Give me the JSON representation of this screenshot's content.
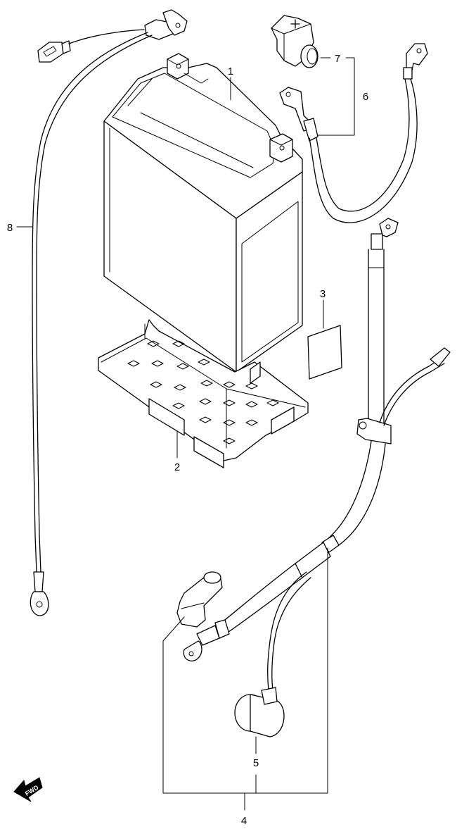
{
  "callouts": [
    {
      "id": "1",
      "label": "1"
    },
    {
      "id": "2",
      "label": "2"
    },
    {
      "id": "3",
      "label": "3"
    },
    {
      "id": "4",
      "label": "4"
    },
    {
      "id": "5",
      "label": "5"
    },
    {
      "id": "6",
      "label": "6"
    },
    {
      "id": "7",
      "label": "7"
    },
    {
      "id": "8",
      "label": "8"
    }
  ],
  "fwd_indicator": {
    "label": "FWD"
  },
  "icons": [
    "fwd-arrow-icon",
    "plus-terminal-icon"
  ],
  "colors": {
    "line": "#000000",
    "background": "#ffffff"
  }
}
